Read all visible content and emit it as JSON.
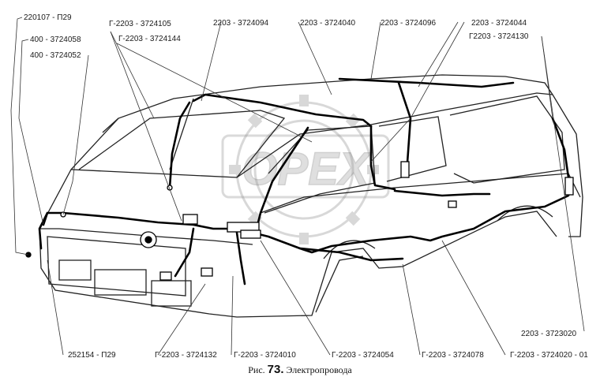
{
  "labels": {
    "l1": "220107 - П29",
    "l2": "400 - 3724058",
    "l3": "400 - 3724052",
    "l4": "Г-2203 - 3724105",
    "l5": "Г-2203 - 3724144",
    "l6": "2203 - 3724094",
    "l7": "2203 - 3724040",
    "l8": "2203 - 3724096",
    "l9": "2203 - 3724044",
    "l10": "Г2203 - 3724130",
    "l11": "2203 - 3723020",
    "l12": "252154 - П29",
    "l13": "Г-2203 - 3724132",
    "l14": "Г-2203 - 3724010",
    "l15": "Г-2203 - 3724054",
    "l16": "Г-2203 - 3724078",
    "l17": "Г-2203 - 3724020 - 01"
  },
  "watermark": "OPEX",
  "caption": {
    "prefix": "Рис.",
    "number": "73.",
    "title": "Электропровода"
  }
}
